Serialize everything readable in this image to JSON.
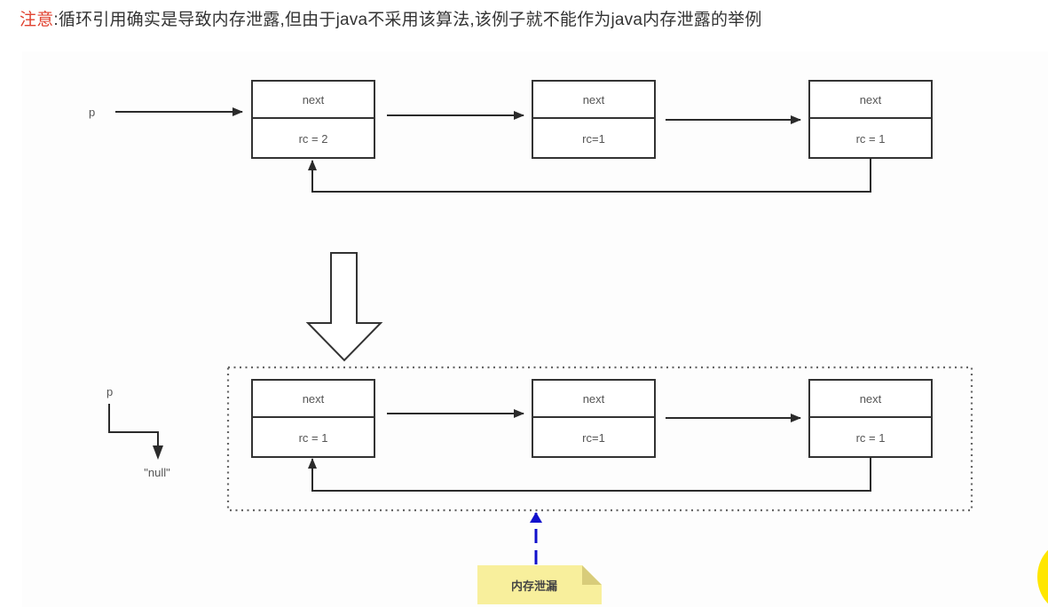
{
  "caption": {
    "highlight": "注意",
    "text": ":循环引用确实是导致内存泄露,但由于java不采用该算法,该例子就不能作为java内存泄露的举例",
    "highlight_color": "#e0412f"
  },
  "diagram": {
    "before": {
      "pointer_label": "p",
      "nodes": [
        {
          "field": "next",
          "count": "rc = 2"
        },
        {
          "field": "next",
          "count": "rc=1"
        },
        {
          "field": "next",
          "count": "rc = 1"
        }
      ]
    },
    "after": {
      "pointer_label": "p",
      "null_label": "\"null\"",
      "nodes": [
        {
          "field": "next",
          "count": "rc = 1"
        },
        {
          "field": "next",
          "count": "rc=1"
        },
        {
          "field": "next",
          "count": "rc = 1"
        }
      ]
    },
    "note": {
      "text": "内存泄漏",
      "fill": "#f8ef9c",
      "arrow_color": "#1010cc"
    },
    "cursor_highlight_color": "#ffe600"
  }
}
